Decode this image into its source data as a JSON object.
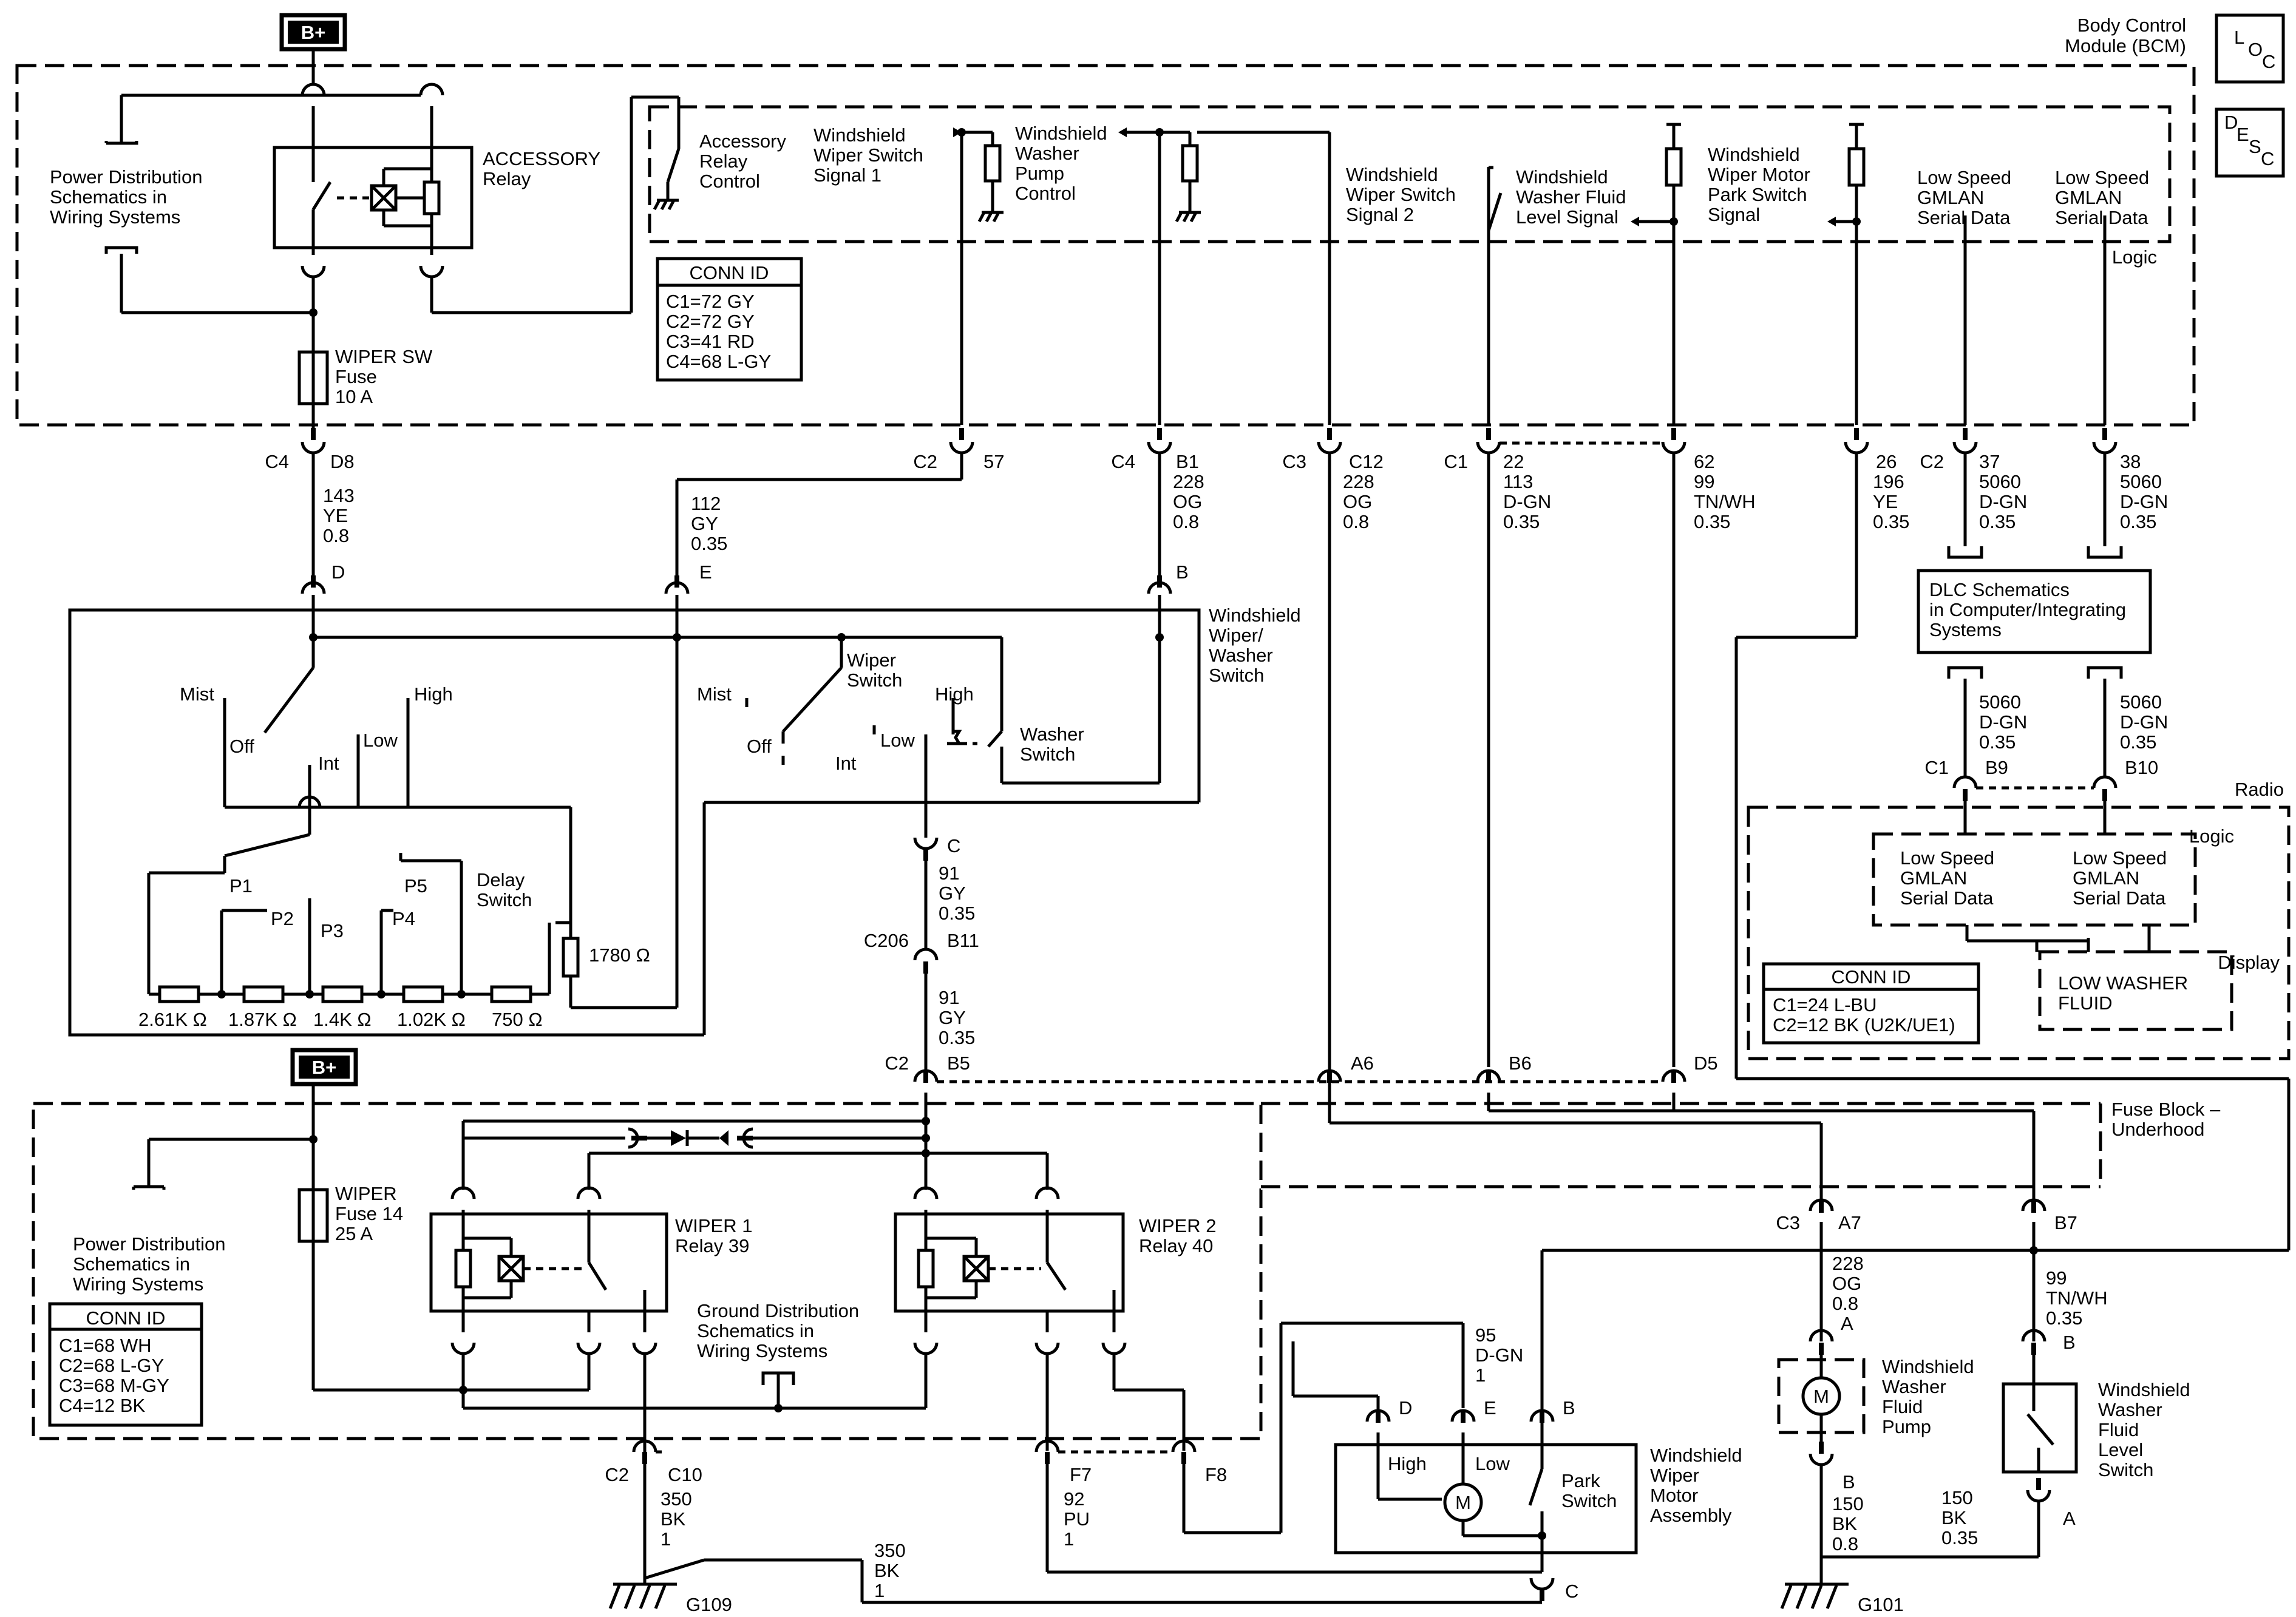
{
  "bplus": "B+",
  "loc": {
    "l": "L",
    "o": "O",
    "c": "C"
  },
  "desc": {
    "d": "D",
    "e": "E",
    "s": "S",
    "c": "C"
  },
  "bcm": {
    "title1": "Body Control",
    "title2": "Module (BCM)",
    "logic": "Logic",
    "pds": [
      "Power Distribution",
      "Schematics in",
      "Wiring Systems"
    ],
    "accessory_relay": [
      "ACCESSORY",
      "Relay"
    ],
    "acc_relay_control": [
      "Accessory",
      "Relay",
      "Control"
    ],
    "wiper_switch_signal1": [
      "Windshield",
      "Wiper Switch",
      "Signal 1"
    ],
    "washer_pump_control": [
      "Windshield",
      "Washer",
      "Pump",
      "Control"
    ],
    "wiper_switch_signal2": [
      "Windshield",
      "Wiper Switch",
      "Signal 2"
    ],
    "fluid_level_signal": [
      "Windshield",
      "Washer Fluid",
      "Level Signal"
    ],
    "park_switch_signal": [
      "Windshield",
      "Wiper Motor",
      "Park Switch",
      "Signal"
    ],
    "gmlan_a": [
      "Low Speed",
      "GMLAN",
      "Serial Data"
    ],
    "gmlan_b": [
      "Low Speed",
      "GMLAN",
      "Serial Data"
    ],
    "fuse": [
      "WIPER SW",
      "Fuse",
      "10 A"
    ],
    "conn_title": "CONN ID",
    "conn": [
      "C1=72 GY",
      "C2=72 GY",
      "C3=41 RD",
      "C4=68 L-GY"
    ]
  },
  "wires": {
    "w1": {
      "conn": "C4",
      "pin": "D8",
      "circuit": "143",
      "color": "YE",
      "size": "0.8",
      "pin2": "D"
    },
    "w2": {
      "circuit": "112",
      "color": "GY",
      "size": "0.35",
      "pin2": "E"
    },
    "w3": {
      "conn": "C2",
      "pin": "57"
    },
    "w4": {
      "conn": "C4",
      "pin": "B1",
      "circuit": "228",
      "color": "OG",
      "size": "0.8",
      "pin2": "B"
    },
    "w5": {
      "conn": "C3",
      "pin": "C12",
      "circuit": "228",
      "color": "OG",
      "size": "0.8"
    },
    "w6": {
      "conn": "C1",
      "pin": "22",
      "circuit": "113",
      "color": "D-GN",
      "size": "0.35"
    },
    "w7": {
      "pin": "62",
      "circuit": "99",
      "color": "TN/WH",
      "size": "0.35"
    },
    "w8": {
      "pin": "26",
      "circuit": "196",
      "color": "YE",
      "size": "0.35"
    },
    "w9": {
      "conn": "C2",
      "pin": "37",
      "circuit": "5060",
      "color": "D-GN",
      "size": "0.35"
    },
    "w10": {
      "pin": "38",
      "circuit": "5060",
      "color": "D-GN",
      "size": "0.35"
    }
  },
  "dlc": [
    "DLC Schematics",
    "in Computer/Integrating",
    "Systems"
  ],
  "dlc_out1": {
    "circuit": "5060",
    "color": "D-GN",
    "size": "0.35",
    "conn": "C1",
    "pin": "B9"
  },
  "dlc_out2": {
    "circuit": "5060",
    "color": "D-GN",
    "size": "0.35",
    "pin": "B10"
  },
  "radio": {
    "title": "Radio",
    "logic": "Logic",
    "gmlan_a": [
      "Low Speed",
      "GMLAN",
      "Serial Data"
    ],
    "gmlan_b": [
      "Low Speed",
      "GMLAN",
      "Serial Data"
    ],
    "display": "Display",
    "low_washer": [
      "LOW WASHER",
      "FLUID"
    ],
    "conn_title": "CONN ID",
    "conn": [
      "C1=24 L-BU",
      "C2=12 BK (U2K/UE1)"
    ]
  },
  "switch": {
    "title": [
      "Windshield",
      "Wiper/",
      "Washer",
      "Switch"
    ],
    "mist": "Mist",
    "off": "Off",
    "int": "Int",
    "low": "Low",
    "high": "High",
    "p1": "P1",
    "p2": "P2",
    "p3": "P3",
    "p4": "P4",
    "p5": "P5",
    "delay": [
      "Delay",
      "Switch"
    ],
    "r1780": "1780 Ω",
    "resistors": [
      "2.61K Ω",
      "1.87K Ω",
      "1.4K Ω",
      "1.02K Ω",
      "750 Ω"
    ],
    "mist2": "Mist",
    "wiper_switch": [
      "Wiper",
      "Switch"
    ],
    "off2": "Off",
    "int2": "Int",
    "low2": "Low",
    "high2": "High",
    "washer_switch": [
      "Washer",
      "Switch"
    ]
  },
  "c206": {
    "pin_c": "C",
    "circuit": "91",
    "color": "GY",
    "size": "0.35",
    "conn": "C206",
    "pin": "B11",
    "circuit2": "91",
    "color2": "GY",
    "size2": "0.35"
  },
  "fuse_block": {
    "title": [
      "Fuse Block –",
      "Underhood"
    ],
    "pds": [
      "Power Distribution",
      "Schematics in",
      "Wiring Systems"
    ],
    "fuse": [
      "WIPER",
      "Fuse 14",
      "25 A"
    ],
    "relay1": [
      "WIPER 1",
      "Relay 39"
    ],
    "relay2": [
      "WIPER 2",
      "Relay 40"
    ],
    "gds": [
      "Ground Distribution",
      "Schematics in",
      "Wiring Systems"
    ],
    "conn_title": "CONN ID",
    "conn": [
      "C1=68 WH",
      "C2=68 L-GY",
      "C3=68 M-GY",
      "C4=12 BK"
    ],
    "top_pins": {
      "c2": "C2",
      "b5": "B5",
      "a6": "A6",
      "b6": "B6",
      "d5": "D5"
    },
    "a7": {
      "conn": "C3",
      "pin": "A7",
      "circuit": "228",
      "color": "OG",
      "size": "0.8",
      "pin2": "A"
    },
    "b7": {
      "pin": "B7",
      "circuit": "99",
      "color": "TN/WH",
      "size": "0.35",
      "pin2": "B"
    },
    "bottom": {
      "c2": "C2",
      "c10": "C10",
      "f7": "F7",
      "f8": "F8"
    }
  },
  "ground1": {
    "circuit": "350",
    "color": "BK",
    "size": "1",
    "name": "G109"
  },
  "ground1b": {
    "circuit": "350",
    "color": "BK",
    "size": "1"
  },
  "f7wire": {
    "circuit": "92",
    "color": "PU",
    "size": "1"
  },
  "motor": {
    "title": [
      "Windshield",
      "Wiper",
      "Motor",
      "Assembly"
    ],
    "d": "D",
    "e": "E",
    "b": "B",
    "c": "C",
    "high": "High",
    "low": "Low",
    "m": "M",
    "park": [
      "Park",
      "Switch"
    ],
    "wire": {
      "circuit": "95",
      "color": "D-GN",
      "size": "1"
    }
  },
  "pump": {
    "title": [
      "Windshield",
      "Washer",
      "Fluid",
      "Pump"
    ],
    "m": "M",
    "pin": "B",
    "circuit": "150",
    "color": "BK",
    "size": "0.8"
  },
  "level_switch": {
    "title": [
      "Windshield",
      "Washer",
      "Fluid",
      "Level",
      "Switch"
    ],
    "pin": "A",
    "circuit": "150",
    "color": "BK",
    "size": "0.35"
  },
  "ground2": {
    "name": "G101"
  }
}
